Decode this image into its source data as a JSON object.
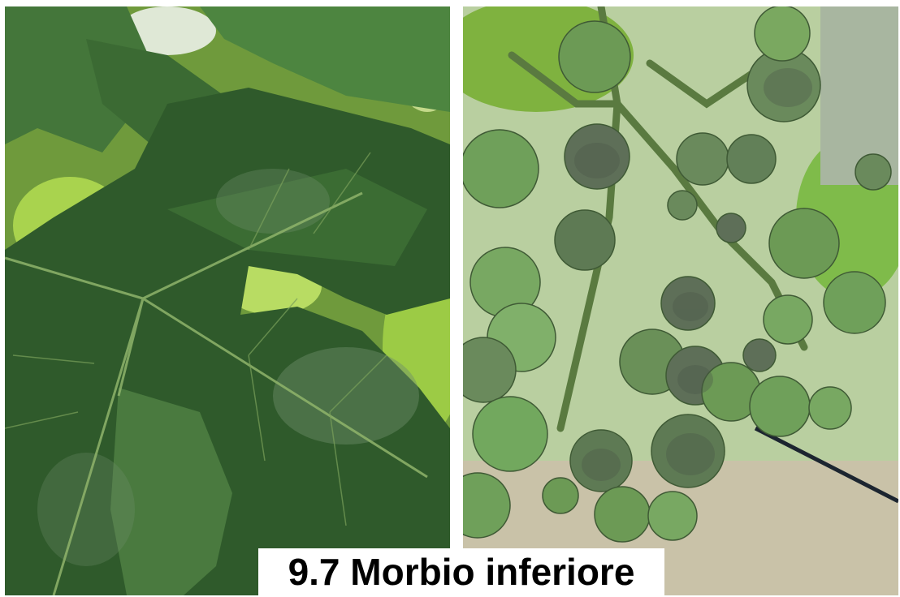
{
  "caption": "9.7 Morbio inferiore",
  "photos": [
    {
      "subject": "vine-leaf-with-powdery-mildew"
    },
    {
      "subject": "grape-cluster-with-powdery-mildew"
    }
  ],
  "colors": {
    "leaf_dark": "#2f5a2b",
    "leaf_mid": "#3f7036",
    "foliage_light": "#9cc94a",
    "berry_green": "#6c9a55",
    "berry_mildew": "#5e6f58",
    "background_light": "#c9d8b4"
  }
}
